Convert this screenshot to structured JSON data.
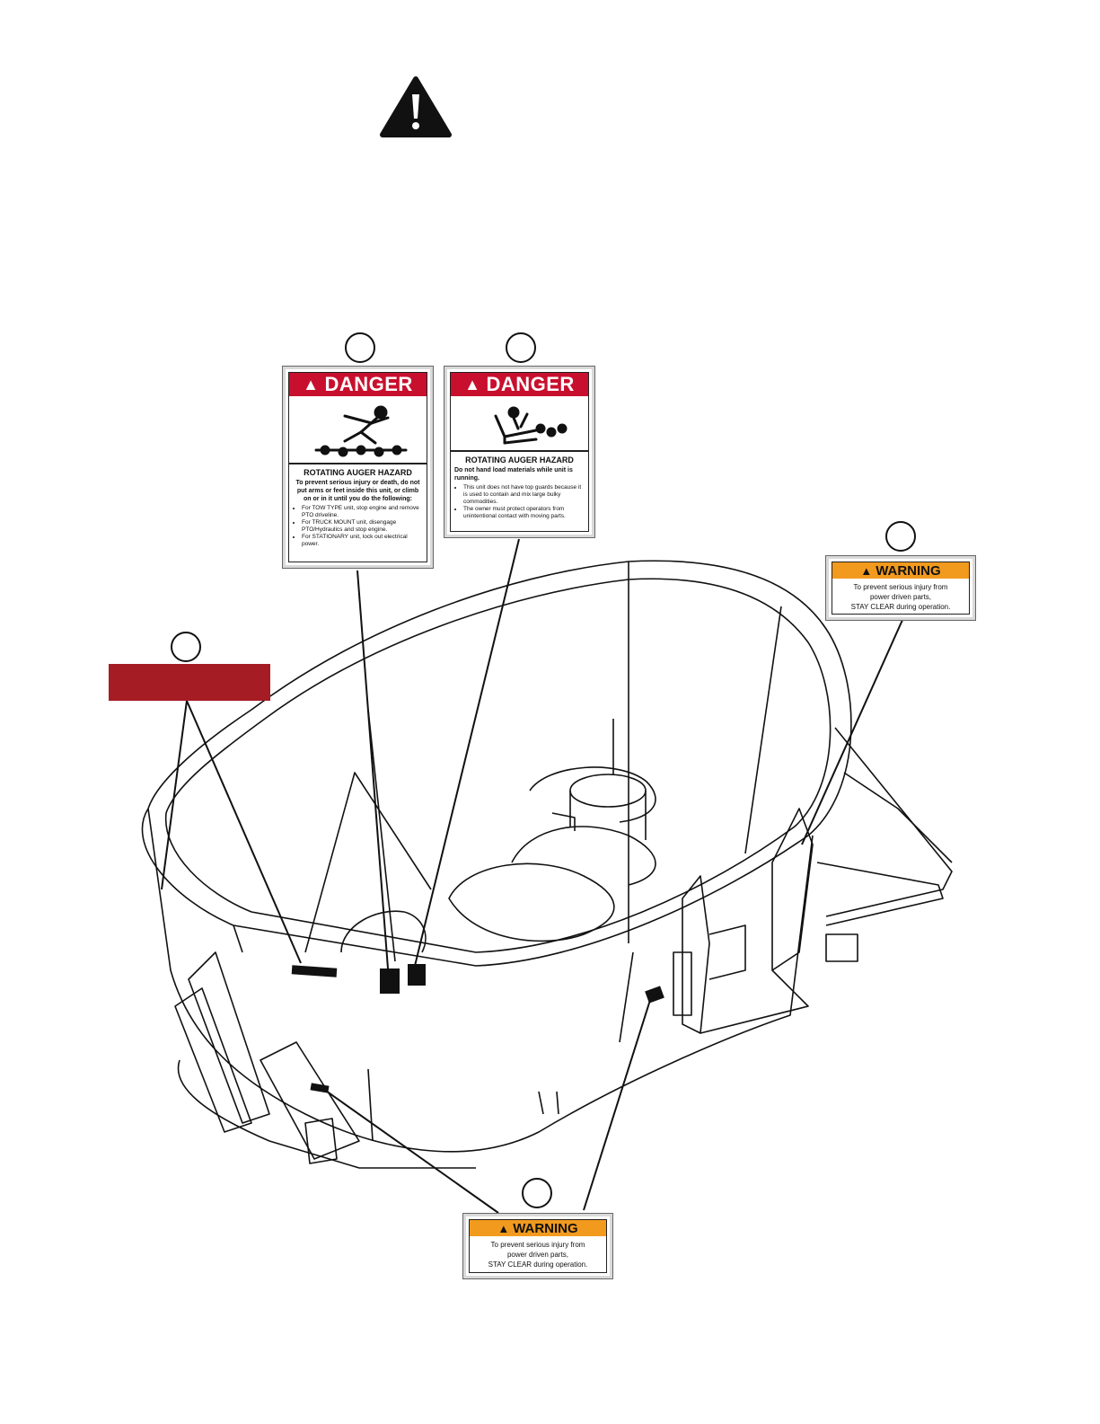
{
  "colors": {
    "danger_red": "#c8102e",
    "warning_orange": "#f29a1e",
    "marker_red": "#a61c24",
    "ink": "#111111"
  },
  "icons": [
    "safety-alert-triangle-icon",
    "falling-person-auger-icon",
    "person-in-auger-icon"
  ],
  "decals": {
    "danger_left": {
      "signal_word": "DANGER",
      "hazard": "ROTATING AUGER HAZARD",
      "lead": "To prevent serious injury or death, do not put arms or feet inside this unit, or climb on or in it until you do the following:",
      "items": [
        "For TOW TYPE unit, stop engine and remove PTO driveline.",
        "For TRUCK MOUNT unit, disengage PTO/Hydraulics and stop engine.",
        "For STATIONARY unit, lock out electrical power."
      ]
    },
    "danger_right": {
      "signal_word": "DANGER",
      "hazard": "ROTATING AUGER HAZARD",
      "lead": "Do not hand load materials while unit is running.",
      "items": [
        "This unit does not have top guards because it is used to contain and mix large bulky commodities.",
        "The owner must protect operators from unintentional contact with moving parts."
      ]
    },
    "warning_upper": {
      "signal_word": "WARNING",
      "line1": "To prevent serious injury from",
      "line2": "power driven parts,",
      "line3": "STAY CLEAR during operation."
    },
    "warning_lower": {
      "signal_word": "WARNING",
      "line1": "To prevent serious injury from",
      "line2": "power driven parts,",
      "line3": "STAY CLEAR during operation."
    }
  }
}
